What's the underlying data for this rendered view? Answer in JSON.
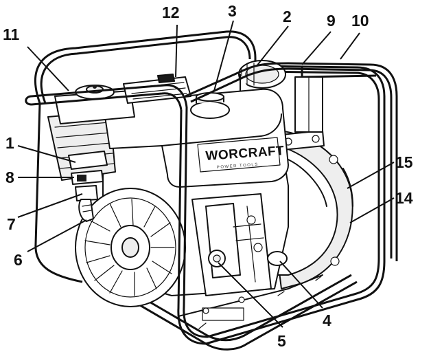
{
  "diagram": {
    "brand_text": "WORCRAFT",
    "brand_subtext": "POWER TOOLS",
    "ink_color": "#111111",
    "background_color": "#ffffff",
    "callouts": [
      {
        "id": "c1",
        "label": "1"
      },
      {
        "id": "c2",
        "label": "2"
      },
      {
        "id": "c3",
        "label": "3"
      },
      {
        "id": "c4",
        "label": "4"
      },
      {
        "id": "c5",
        "label": "5"
      },
      {
        "id": "c6",
        "label": "6"
      },
      {
        "id": "c7",
        "label": "7"
      },
      {
        "id": "c8",
        "label": "8"
      },
      {
        "id": "c9",
        "label": "9"
      },
      {
        "id": "c10",
        "label": "10"
      },
      {
        "id": "c11",
        "label": "11"
      },
      {
        "id": "c12",
        "label": "12"
      },
      {
        "id": "c14",
        "label": "14"
      },
      {
        "id": "c15",
        "label": "15"
      }
    ]
  }
}
